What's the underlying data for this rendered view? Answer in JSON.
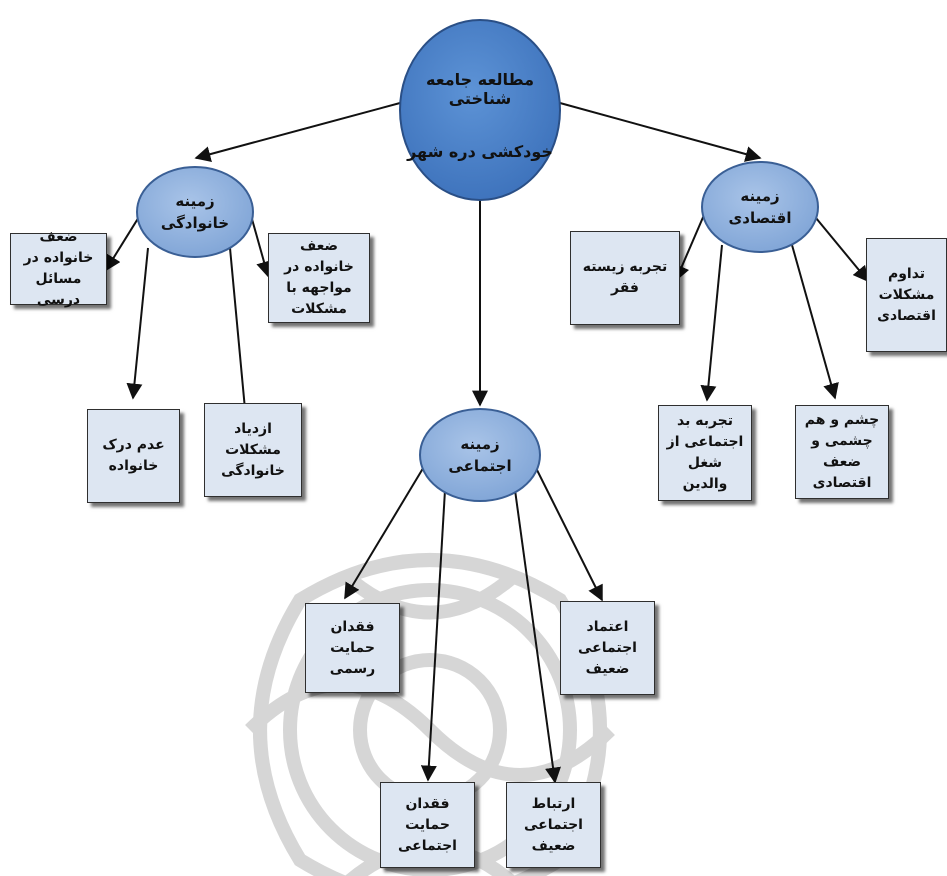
{
  "root": {
    "line1": "مطالعه جامعه شناختی",
    "line2": "خودکشی دره شهر"
  },
  "branches": {
    "family": {
      "title": "زمینه خانوادگی",
      "items": {
        "weak_education": "ضعف خانواده در مسائل درسی",
        "weak_problems": "ضعف خانواده در مواجهه با مشکلات",
        "no_understanding": "عدم درک خانواده",
        "family_problems": "ازدیاد مشکلات خانوادگی"
      }
    },
    "economic": {
      "title": "زمینه اقتصادی",
      "items": {
        "poverty": "تجربه زیسته فقر",
        "ongoing_problems": "تداوم مشکلات اقتصادی",
        "parent_job": "تجربه بد اجتماعی از شغل والدین",
        "envy_weakness": "چشم و هم چشمی و ضعف اقتصادی"
      }
    },
    "social": {
      "title": "زمینه اجتماعی",
      "items": {
        "formal_support": "فقدان حمایت رسمی",
        "social_trust": "اعتماد اجتماعی ضعیف",
        "social_support": "فقدان حمایت اجتماعی",
        "social_relation": "ارتباط اجتماعی ضعیف"
      }
    }
  },
  "colors": {
    "root_fill": "#4f86cc",
    "sub_fill": "#93b4e0",
    "box_fill": "#dde6f2",
    "watermark": "#c9c9c9"
  }
}
